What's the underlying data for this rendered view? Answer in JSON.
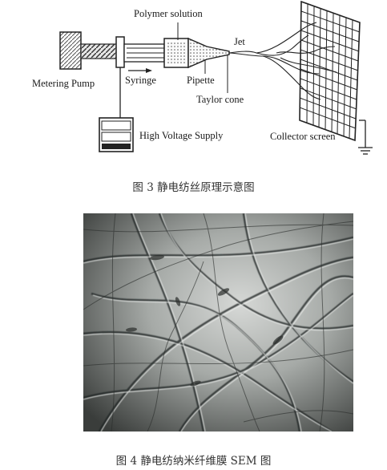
{
  "figure3": {
    "labels": {
      "polymer_solution": "Polymer solution",
      "jet": "Jet",
      "metering_pump": "Metering Pump",
      "syringe": "Syringe",
      "pipette": "Pipette",
      "taylor_cone": "Taylor cone",
      "high_voltage_supply": "High Voltage Supply",
      "collector_screen": "Collector screen"
    },
    "caption": "图 3  静电纺丝原理示意图"
  },
  "figure4": {
    "caption": "图 4  静电纺纳米纤维膜 SEM 图"
  }
}
